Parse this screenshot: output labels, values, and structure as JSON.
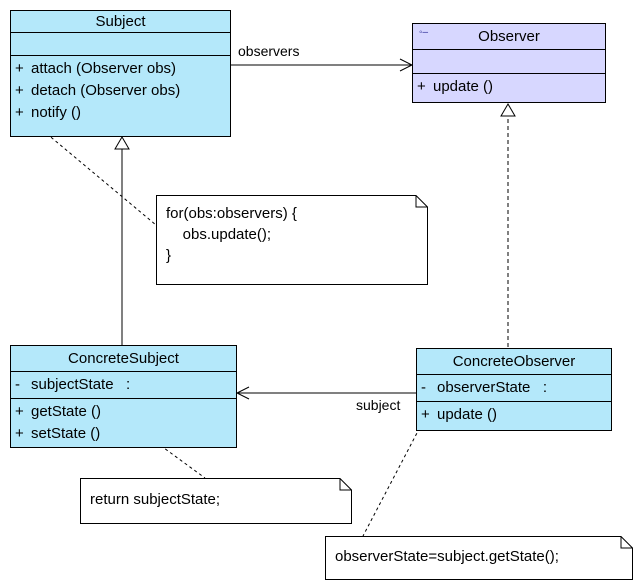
{
  "subject": {
    "name": "Subject",
    "methods": [
      {
        "vis": "+",
        "text": "attach (Observer obs)"
      },
      {
        "vis": "+",
        "text": "detach (Observer obs)"
      },
      {
        "vis": "+",
        "text": "notify ()"
      }
    ]
  },
  "observer": {
    "name": "Observer",
    "methods": [
      {
        "vis": "+",
        "text": "update ()"
      }
    ]
  },
  "concrete_subject": {
    "name": "ConcreteSubject",
    "attributes": [
      {
        "vis": "-",
        "text": "subjectState   :"
      }
    ],
    "methods": [
      {
        "vis": "+",
        "text": "getState ()"
      },
      {
        "vis": "+",
        "text": "setState ()"
      }
    ]
  },
  "concrete_observer": {
    "name": "ConcreteObserver",
    "attributes": [
      {
        "vis": "-",
        "text": "observerState   :"
      }
    ],
    "methods": [
      {
        "vis": "+",
        "text": "update ()"
      }
    ]
  },
  "notes": {
    "notify_note": [
      "for(obs:observers) {",
      "    obs.update();",
      "}"
    ],
    "getstate_note": "return subjectState;",
    "update_note": "observerState=subject.getState();"
  },
  "labels": {
    "observers": "observers",
    "subject": "subject"
  },
  "colors": {
    "class_fill": "#b4e8fa",
    "interface_fill": "#d7d7ff",
    "line": "#000000"
  }
}
